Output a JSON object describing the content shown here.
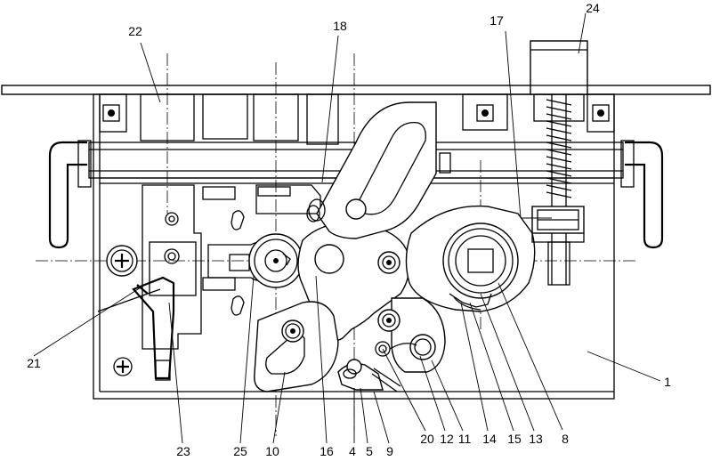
{
  "callouts": {
    "c1": "1",
    "c4": "4",
    "c5": "5",
    "c8": "8",
    "c9": "9",
    "c10": "10",
    "c11": "11",
    "c12": "12",
    "c13": "13",
    "c14": "14",
    "c15": "15",
    "c16": "16",
    "c17": "17",
    "c18": "18",
    "c20": "20",
    "c21": "21",
    "c22": "22",
    "c23": "23",
    "c24": "24",
    "c25": "25"
  }
}
